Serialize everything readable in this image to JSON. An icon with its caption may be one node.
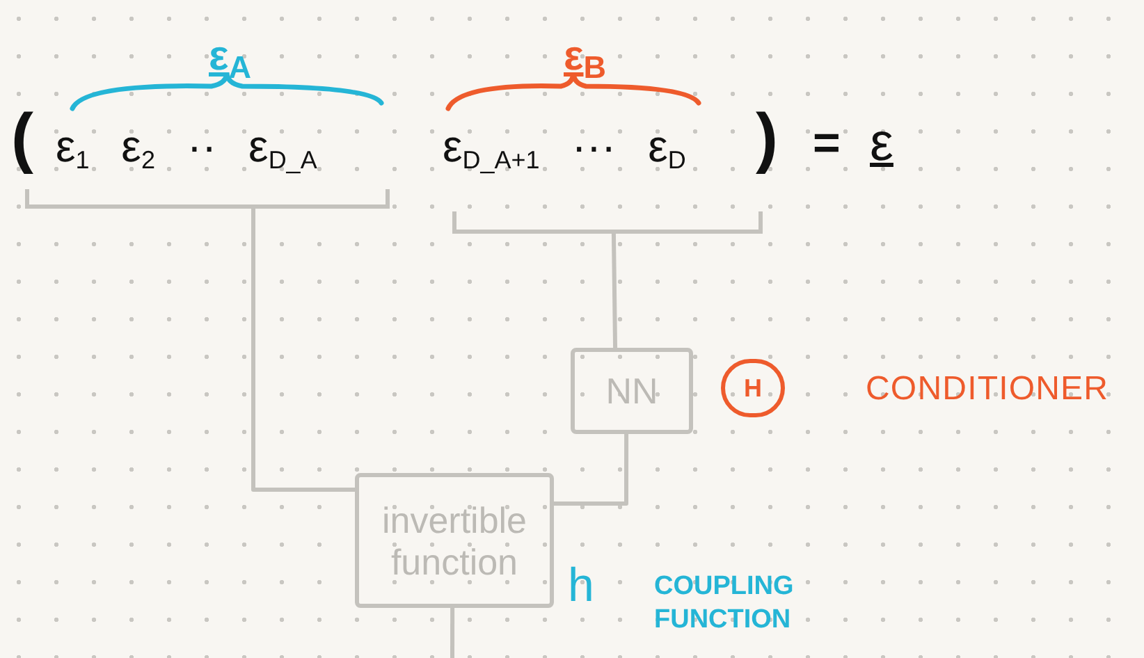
{
  "diagram": {
    "nodes": [
      {
        "text": [
          "ε$_{1}$ ε$_{2}$ ·· ε$_{D_A}$"
        ],
        "beside": [
          "ε$_{A}$"
        ]
      },
      {
        "text": [
          "ε$_{D_A+1}$ ··· ε$_{D}$"
        ],
        "beside": [
          "ε$_{B}$"
        ]
      },
      {
        "text": [],
        "shape": "bracket"
      },
      {
        "text": [],
        "shape": "bracket"
      },
      {
        "text": [
          "NN"
        ]
      },
      {
        "text": [
          "invertible function"
        ],
        "beside": [
          "h",
          "COUPLING FUNCTION"
        ]
      },
      {
        "text": [
          "H"
        ],
        "beside": [
          "CONDITIONER"
        ]
      }
    ],
    "edges": [
      {
        "from": 2,
        "to": 5,
        "arrow": "none"
      },
      {
        "from": 3,
        "to": 4,
        "arrow": "none"
      },
      {
        "from": 4,
        "to": 5,
        "arrow": "none"
      },
      {
        "from": 5,
        "to": null,
        "arrow": "none"
      }
    ],
    "labels": [
      "(",
      ")",
      "=",
      "ε"
    ]
  }
}
